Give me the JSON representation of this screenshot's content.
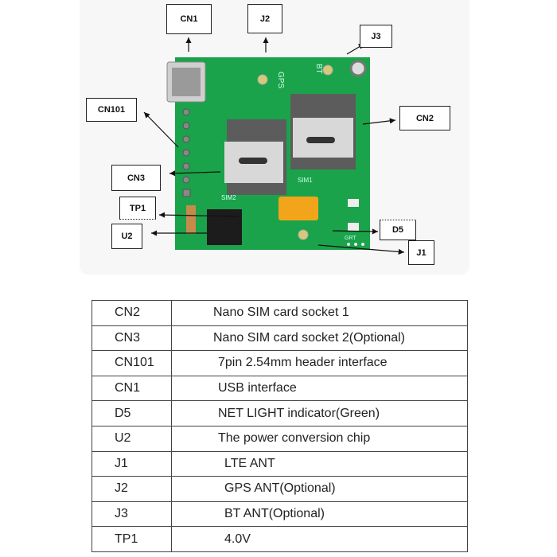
{
  "callouts": {
    "cn1": "CN1",
    "j2": "J2",
    "j3": "J3",
    "cn101": "CN101",
    "cn2": "CN2",
    "cn3": "CN3",
    "tp1": "TP1",
    "u2": "U2",
    "d5": "D5",
    "j1": "J1"
  },
  "silkscreen": {
    "gps": "GPS",
    "bt": "BT",
    "sim1": "SIM1",
    "sim2": "SIM2",
    "grt": "GRT"
  },
  "colors": {
    "pcb": "#1aa34a",
    "capacitor": "#f2a51a"
  },
  "table": {
    "rows": [
      {
        "ref": "CN2",
        "desc": "Nano SIM card socket 1"
      },
      {
        "ref": "CN3",
        "desc": "Nano SIM card socket 2(Optional)"
      },
      {
        "ref": "CN101",
        "desc": "7pin 2.54mm header interface"
      },
      {
        "ref": "CN1",
        "desc": "USB interface"
      },
      {
        "ref": "D5",
        "desc": "NET LIGHT indicator(Green)"
      },
      {
        "ref": "U2",
        "desc": "The power conversion chip"
      },
      {
        "ref": "J1",
        "desc": "LTE ANT"
      },
      {
        "ref": "J2",
        "desc": "GPS ANT(Optional)"
      },
      {
        "ref": "J3",
        "desc": "BT ANT(Optional)"
      },
      {
        "ref": "TP1",
        "desc": "4.0V"
      }
    ]
  }
}
